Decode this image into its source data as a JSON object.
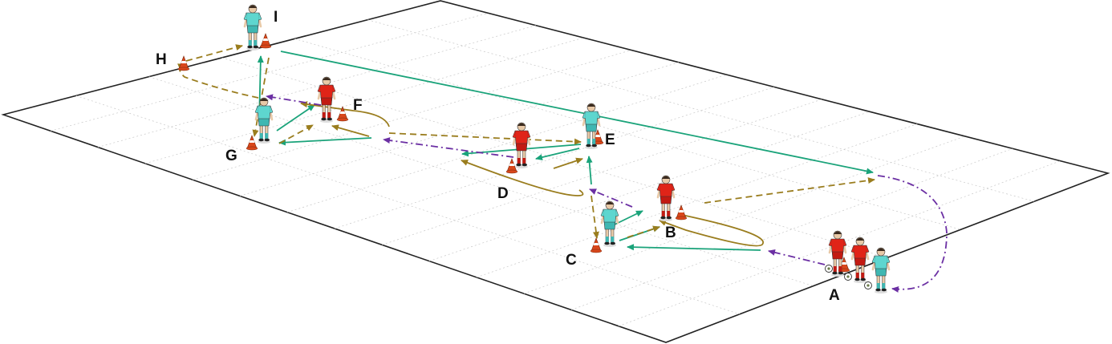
{
  "colors": {
    "pitch_line": "#222222",
    "grid": "#c8c8c8",
    "pass": "#1aa37a",
    "run": "#9a7d1e",
    "dribble": "#6b2fa3",
    "red_shirt": "#e02418",
    "red_shorts": "#c21a12",
    "blue_shirt": "#5ed6cf",
    "blue_shorts": "#3fb7b2",
    "cone": "#d9471b",
    "cone_stripe": "#ffffff"
  },
  "icons": {
    "cone": "training-cone-icon",
    "player_red": "red-player-icon",
    "player_blue": "blue-player-icon",
    "ball": "football-icon"
  },
  "labels": {
    "A": "A",
    "B": "B",
    "C": "C",
    "D": "D",
    "E": "E",
    "F": "F",
    "G": "G",
    "H": "H",
    "I": "I"
  }
}
